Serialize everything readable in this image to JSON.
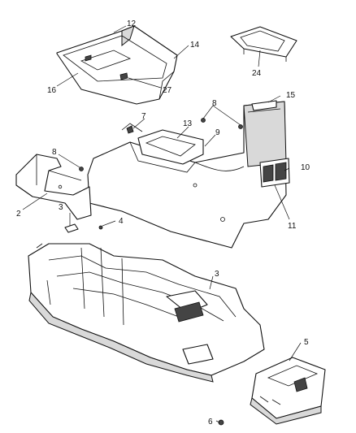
{
  "callouts": [
    {
      "id": "c12",
      "label": "12"
    },
    {
      "id": "c14",
      "label": "14"
    },
    {
      "id": "c16",
      "label": "16"
    },
    {
      "id": "c27",
      "label": "27"
    },
    {
      "id": "c24",
      "label": "24"
    },
    {
      "id": "c15",
      "label": "15"
    },
    {
      "id": "c7",
      "label": "7"
    },
    {
      "id": "c8a",
      "label": "8"
    },
    {
      "id": "c9",
      "label": "9"
    },
    {
      "id": "c13",
      "label": "13"
    },
    {
      "id": "c8b",
      "label": "8"
    },
    {
      "id": "c10",
      "label": "10"
    },
    {
      "id": "c2",
      "label": "2"
    },
    {
      "id": "c11",
      "label": "11"
    },
    {
      "id": "c3a",
      "label": "3"
    },
    {
      "id": "c4",
      "label": "4"
    },
    {
      "id": "c3b",
      "label": "3"
    },
    {
      "id": "c5",
      "label": "5"
    },
    {
      "id": "c6",
      "label": "6"
    }
  ]
}
